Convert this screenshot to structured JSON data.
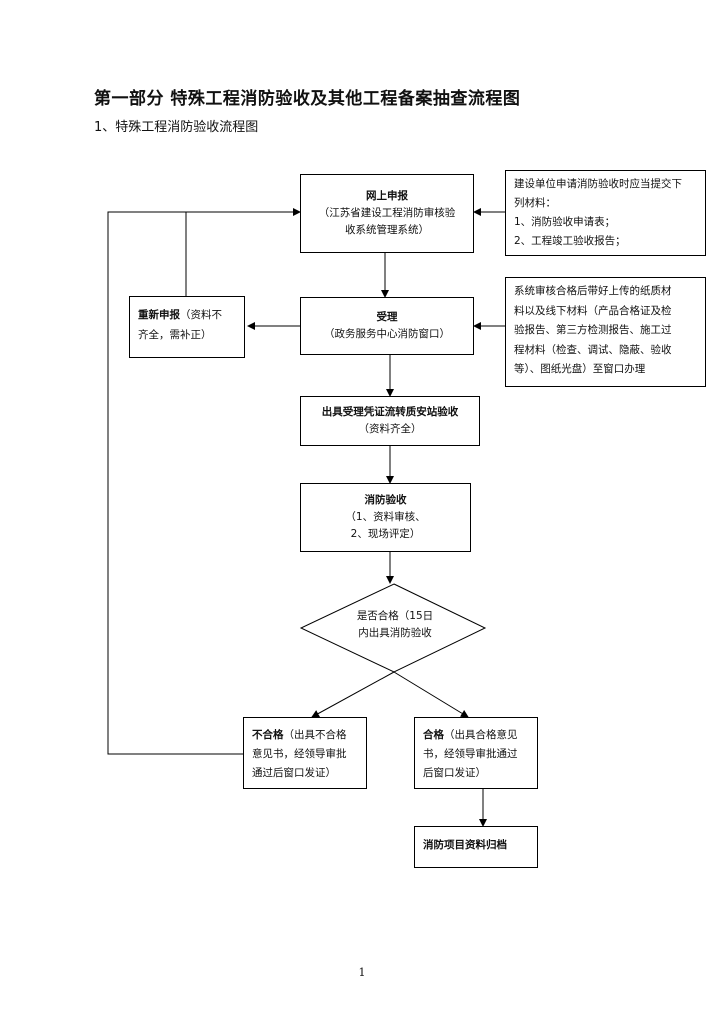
{
  "page": {
    "title": "第一部分  特殊工程消防验收及其他工程备案抽查流程图",
    "subtitle": "1、特殊工程消防验收流程图",
    "page_number": "1"
  },
  "nodes": {
    "online_apply": {
      "title": "网上申报",
      "line1": "（江苏省建设工程消防审核验",
      "line2": "收系统管理系统）"
    },
    "materials_note": {
      "line1": "建设单位申请消防验收时应当提交下",
      "line2": "列材料：",
      "line3": "1、消防验收申请表；",
      "line4": "2、工程竣工验收报告；"
    },
    "reapply": {
      "title": "重新申报",
      "text1": "（资料不",
      "line2": "齐全，需补正）"
    },
    "accept": {
      "title": "受理",
      "line1": "（政务服务中心消防窗口）"
    },
    "paper_note": {
      "line1": "系统审核合格后带好上传的纸质材",
      "line2": "料以及线下材料（产品合格证及检",
      "line3": "验报告、第三方检测报告、施工过",
      "line4": "程材料（检查、调试、隐蔽、验收",
      "line5": "等）、图纸光盘）至窗口办理"
    },
    "transfer": {
      "title": "出具受理凭证流转质安站验收",
      "line1": "（资料齐全）"
    },
    "inspection": {
      "title": "消防验收",
      "line1": "（1、资料审核、",
      "line2": "2、现场评定）"
    },
    "decision": {
      "line1": "是否合格（15日",
      "line2": "内出具消防验收"
    },
    "fail": {
      "title": "不合格",
      "text1": "（出具不合格",
      "line2": "意见书，经领导审批",
      "line3": "通过后窗口发证）"
    },
    "pass": {
      "title": "合格",
      "text1": "（出具合格意见",
      "line2": "书，经领导审批通过",
      "line3": "后窗口发证）"
    },
    "archive": {
      "title": "消防项目资料归档"
    }
  }
}
